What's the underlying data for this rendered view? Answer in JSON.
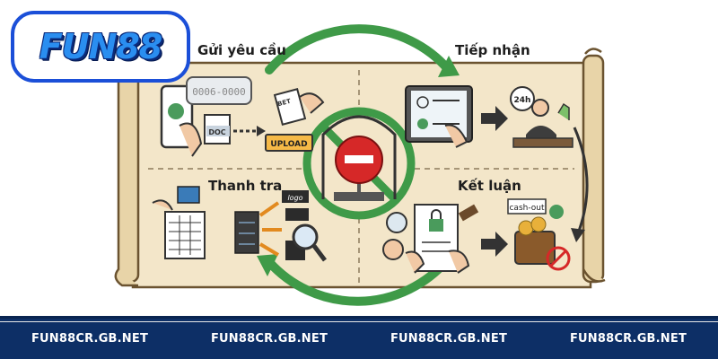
{
  "logo": {
    "text": "FUN88"
  },
  "steps": {
    "submit": "Gửi yêu cầu",
    "receive": "Tiếp nhận",
    "inspect": "Thanh tra",
    "conclude": "Kết luận"
  },
  "illustration": {
    "phone_number": "0006-0000",
    "doc_label": "DOC",
    "bet_label": "BET",
    "upload_label": "UPLOAD",
    "hours_label": "24h",
    "logo_tag": "logo",
    "cashout_label": "cash-out"
  },
  "footer": {
    "items": [
      "FUN88CR.GB.NET",
      "FUN88CR.GB.NET",
      "FUN88CR.GB.NET",
      "FUN88CR.GB.NET"
    ]
  },
  "colors": {
    "logo_border": "#1b4fd8",
    "parchment": "#f3e6c9",
    "circle_green": "#3f9a48",
    "stop_red": "#d62828",
    "footer_bg": "#0d2f66"
  }
}
